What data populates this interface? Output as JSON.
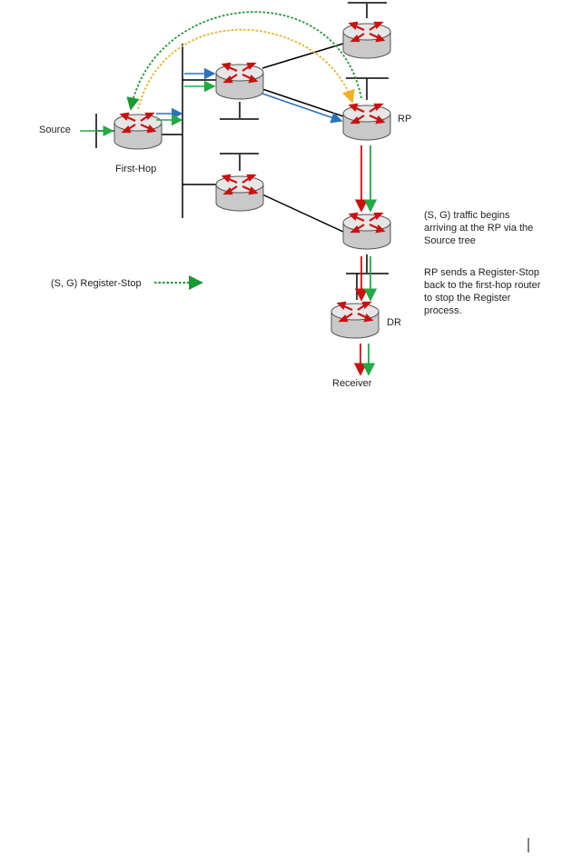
{
  "labels": {
    "source": "Source",
    "first_hop": "First-Hop",
    "rp": "RP",
    "dr": "DR",
    "receiver": "Receiver",
    "legend_register_stop": "(S, G) Register-Stop"
  },
  "notes": {
    "traffic_begins": [
      "(S, G) traffic begins",
      "arriving at the RP via the",
      "Source tree"
    ],
    "register_stop": [
      "RP sends a Register-Stop",
      "back to the first-hop router",
      "to stop the Register",
      "process."
    ]
  },
  "colors": {
    "router_body": "#c9c9c9",
    "router_top": "#e6e6e6",
    "router_arrows": "#cc1111",
    "link": "#000000",
    "green": "#22aa44",
    "blue": "#2a73b8",
    "red": "#cc1111",
    "yellow_dotted": "#f0b020",
    "green_dotted": "#1a9a33"
  }
}
